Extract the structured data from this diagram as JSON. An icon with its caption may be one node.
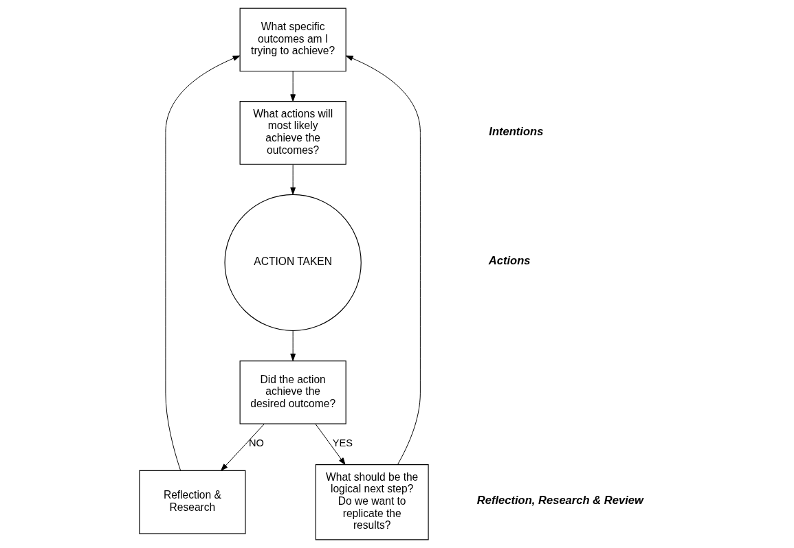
{
  "diagram": {
    "nodes": [
      {
        "text": [
          "What specific outcomes am I trying to achieve?"
        ]
      },
      {
        "text": [
          "What actions will most likely achieve the outcomes?"
        ]
      },
      {
        "text": [
          "ACTION TAKEN"
        ]
      },
      {
        "text": [
          "Did the action achieve the desired outcome?"
        ]
      },
      {
        "text": [
          "Reflection & Research"
        ]
      },
      {
        "text": [
          "What should be the logical next step?  Do we want to replicate the results?"
        ]
      }
    ],
    "edges": [
      {
        "from": 0,
        "to": 1,
        "arrow": "to"
      },
      {
        "from": 1,
        "to": 2,
        "arrow": "to"
      },
      {
        "from": 2,
        "to": 3,
        "arrow": "to"
      },
      {
        "from": 3,
        "to": 4,
        "arrow": "to",
        "label": "NO"
      },
      {
        "from": 4,
        "to": 0,
        "arrow": "to"
      },
      {
        "from": 3,
        "to": 5,
        "arrow": "to",
        "label": "YES"
      },
      {
        "from": 5,
        "to": 0,
        "arrow": "to"
      }
    ],
    "labels": [
      "Intentions",
      "Reflection, Research & Review",
      "Actions"
    ]
  }
}
